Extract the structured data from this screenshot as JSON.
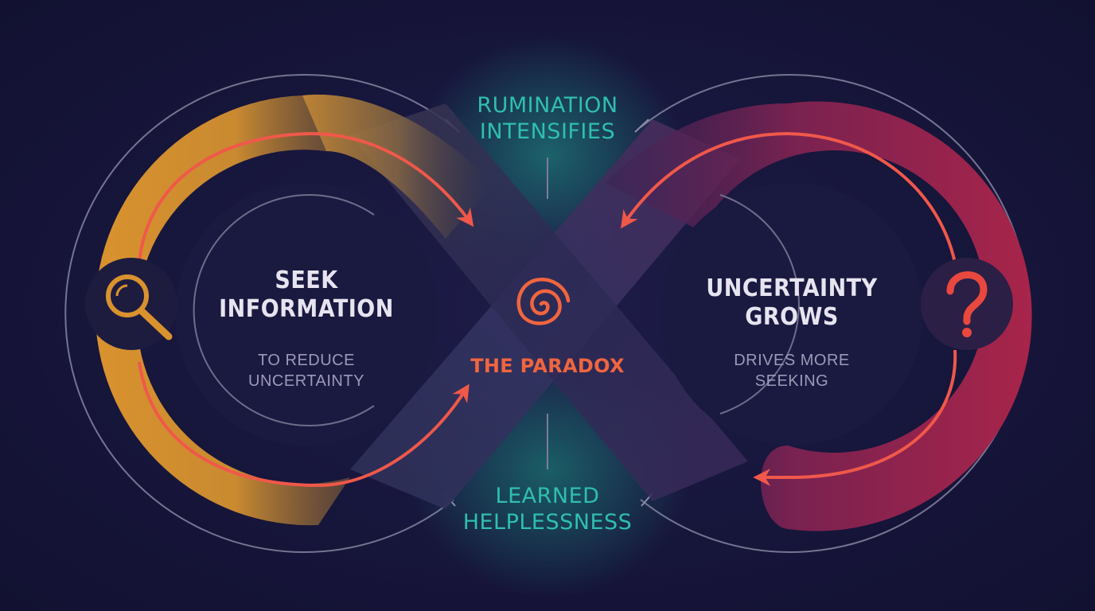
{
  "left_loop": {
    "title": "SEEK\nINFORMATION",
    "subtitle": "TO REDUCE\nUNCERTAINTY",
    "icon": "magnifying-glass-icon",
    "color": "#d9922e"
  },
  "right_loop": {
    "title": "UNCERTAINTY\nGROWS",
    "subtitle": "DRIVES MORE\nSEEKING",
    "icon": "question-mark-icon",
    "color": "#a8244a"
  },
  "top_label": "RUMINATION\nINTENSIFIES",
  "bottom_label": "LEARNED\nHELPLESSNESS",
  "center": {
    "label": "THE PARADOX",
    "icon": "spiral-icon",
    "color": "#f0653f"
  },
  "colors": {
    "background": "#16153a",
    "arrow": "#f0584a",
    "teal": "#2fbfae",
    "ring": "#8d8ca8"
  }
}
